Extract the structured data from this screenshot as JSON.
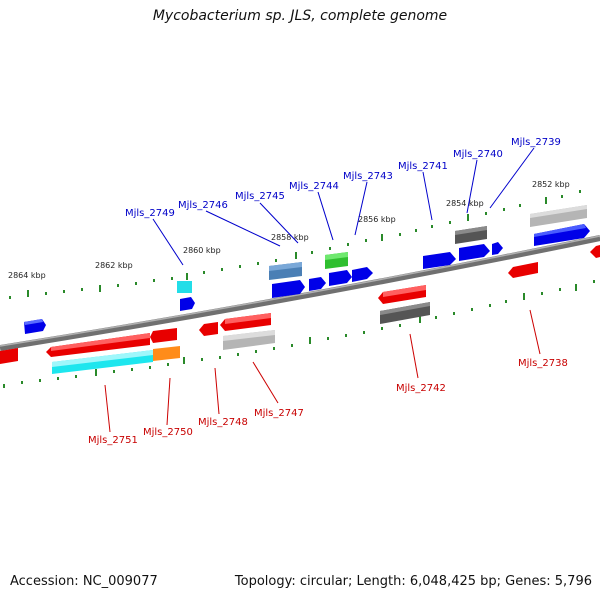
{
  "title": "Mycobacterium sp. JLS, complete genome",
  "footer": {
    "accession": "Accession: NC_009077",
    "summary": "Topology: circular; Length: 6,048,425 bp; Genes: 5,796"
  },
  "scale_labels": [
    "2864 kbp",
    "2862 kbp",
    "2860 kbp",
    "2858 kbp",
    "2856 kbp",
    "2854 kbp",
    "2852 kbp"
  ],
  "genes_top": [
    "Mjls_2749",
    "Mjls_2746",
    "Mjls_2745",
    "Mjls_2744",
    "Mjls_2743",
    "Mjls_2741",
    "Mjls_2740",
    "Mjls_2739"
  ],
  "genes_bottom": [
    "Mjls_2751",
    "Mjls_2750",
    "Mjls_2748",
    "Mjls_2747",
    "Mjls_2742",
    "Mjls_2738"
  ],
  "colors": {
    "forward": "#0000ff",
    "reverse": "#ff0000",
    "backbone": "#808080",
    "tick": "#2a8a2a",
    "top_label": "#0000c8",
    "bottom_label": "#c80000"
  }
}
